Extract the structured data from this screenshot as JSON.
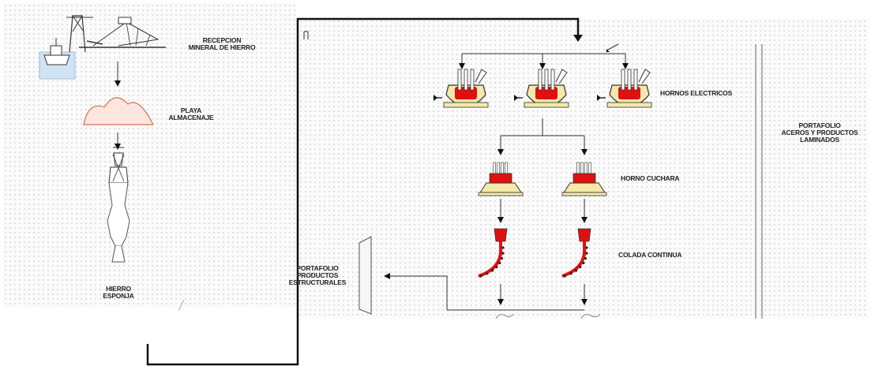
{
  "labels": {
    "recepcion": "RECEPCION\nMINERAL DE HIERRO",
    "playa": "PLAYA\nALMACENAJE",
    "hierro": "HIERRO\nESPONJA",
    "hornos_electricos": "HORNOS ELECTRICOS",
    "horno_cuchara": "HORNO CUCHARA",
    "colada_continua": "COLADA CONTINUA",
    "portafolio_estructurales": "PORTAFOLIO\nPRODUCTOS\nESTRUCTURALES",
    "portafolio_laminados": "PORTAFOLIO\nACEROS Y PRODUCTOS\nLAMINADOS"
  },
  "colors": {
    "line": "#111111",
    "furnace_fill": "#f4e9a8",
    "furnace_hot": "#e01010",
    "mound": "#d9704a"
  },
  "icons": {
    "port": "ship-crane-icon",
    "storage": "stockpile-icon",
    "reactor": "reduction-reactor-icon",
    "eaf": "electric-arc-furnace-icon",
    "ladle": "ladle-furnace-icon",
    "caster": "continuous-caster-icon",
    "mill": "rolling-mill-icon"
  }
}
